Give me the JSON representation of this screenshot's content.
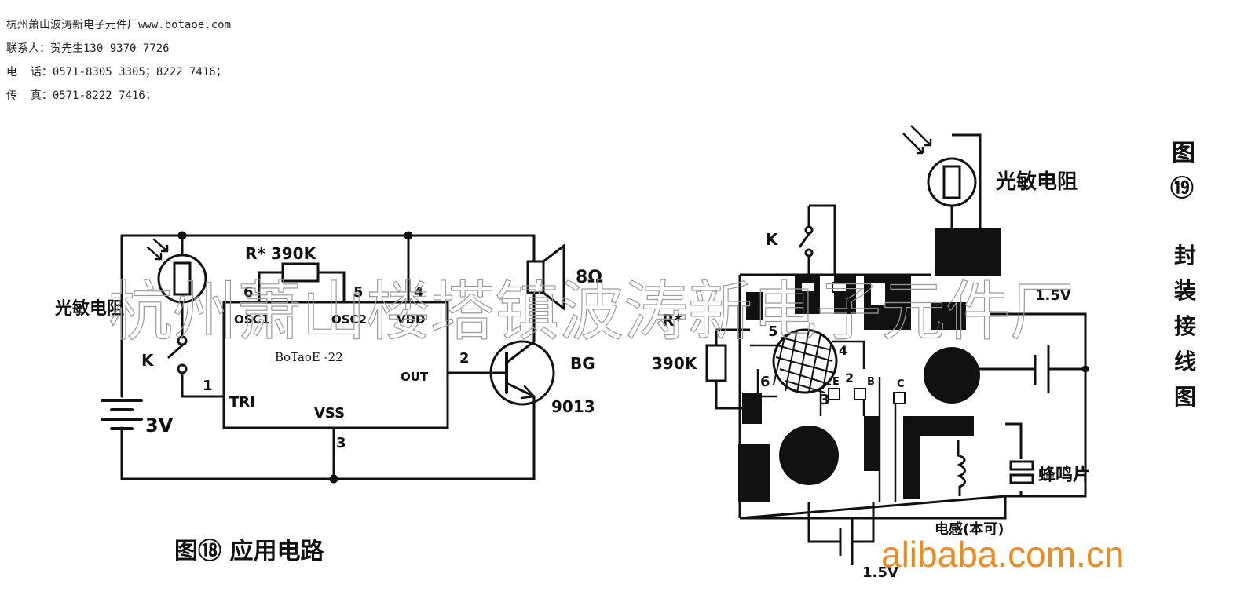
{
  "header": {
    "line1": "杭州萧山波涛新电子元件厂www.botaoe.com",
    "line2": "联系人：贺先生130 9370 7726",
    "line3": "电  话：0571-8305 3305；8222 7416；",
    "line4": "传  真：0571-8222 7416；"
  },
  "watermark": {
    "cn": "杭州萧山楼塔镇波涛新电子元件厂",
    "site": "alibaba.com.cn"
  },
  "fig18": {
    "ldr_label": "光敏电阻",
    "k_label": "K",
    "battery_label": "3V",
    "r_label": "R* 390K",
    "pin6": "6",
    "pin5": "5",
    "pin4": "4",
    "pin2": "2",
    "pin1": "1",
    "pin3": "3",
    "osc1": "OSC1",
    "osc2": "OSC2",
    "vdd": "VDD",
    "out": "OUT",
    "tri": "TRI",
    "vss": "VSS",
    "chip": "BoTaoE -22",
    "speaker_label": "8Ω",
    "bg_label": "BG",
    "bg_part": "9013",
    "caption": "图⑱  应用电路"
  },
  "fig19": {
    "ldr_label": "光敏电阻",
    "k_label": "K",
    "r_label": "R*",
    "r_value": "390K",
    "v_top": "1.5V",
    "v_bottom": "1.5V",
    "n5": "5",
    "n4": "4",
    "n6": "6",
    "n3": "3",
    "n2": "2",
    "e": "E",
    "b": "B",
    "c": "C",
    "buzzer_label": "蜂鸣片",
    "coil_label": "电感(本可)",
    "side_title": [
      "图",
      "⑲",
      "封",
      "装",
      "接",
      "线",
      "图"
    ]
  }
}
